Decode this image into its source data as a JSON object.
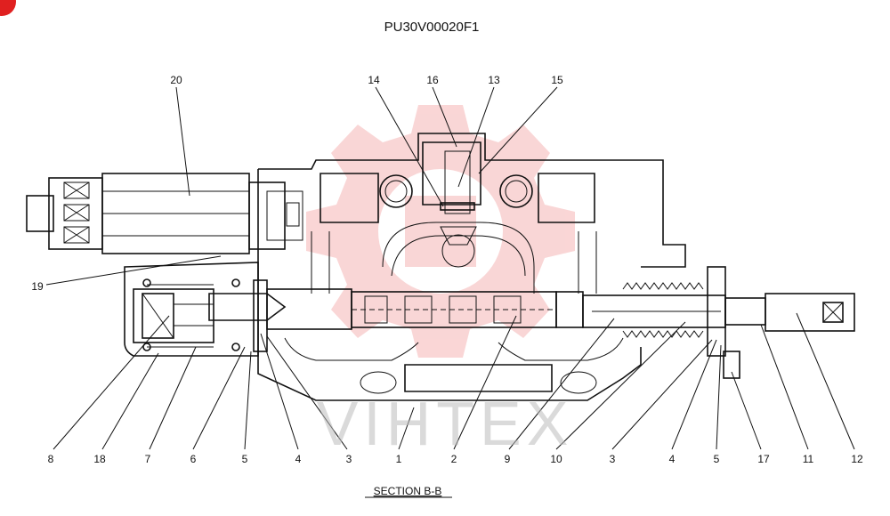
{
  "title": "PU30V00020F1",
  "section_label": "SECTION  B-B",
  "watermark": "VIHTEX",
  "accent_color": "#e02020",
  "watermark_color": "#f5b5b5",
  "part_labels": [
    "20",
    "14",
    "16",
    "13",
    "15",
    "19",
    "8",
    "18",
    "7",
    "6",
    "5",
    "4",
    "3",
    "1",
    "2",
    "9",
    "10",
    "3",
    "4",
    "5",
    "17",
    "11",
    "12"
  ]
}
